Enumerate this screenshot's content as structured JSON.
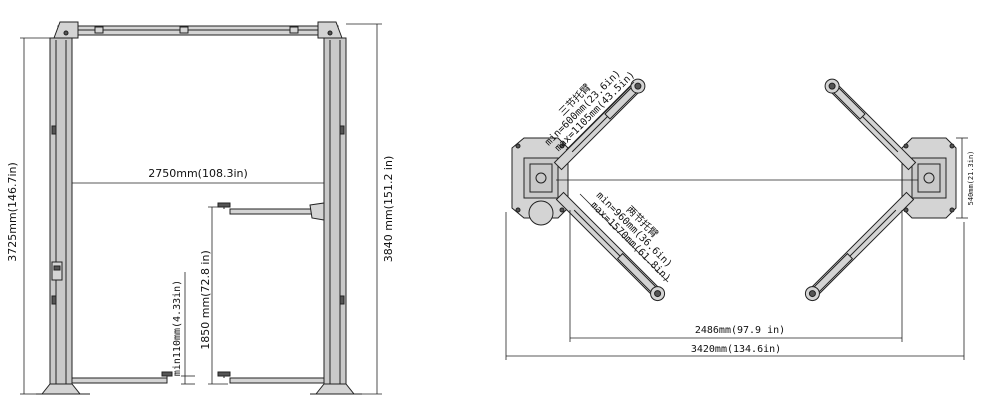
{
  "front_view": {
    "height_lift": "3725mm(146.7in)",
    "width_between_posts": "2750mm(108.3in)",
    "overall_height": "3840 mm(151.2 in)",
    "max_lift_height": "1850 mm(72.8 in)",
    "min_pad_height": "min110mm(4.33in)"
  },
  "top_view": {
    "three_stage_arm_title": "三节托臂",
    "three_stage_arm_min": "min=600mm(23.6in)",
    "three_stage_arm_max": "max=1105mm(43.5in)",
    "two_stage_arm_title": "两节托臂",
    "two_stage_arm_min": "min=960mm(36.6in)",
    "two_stage_arm_max": "max=1570mm(61.8in)",
    "base_depth": "540mm(21.3in)",
    "inner_width": "2486mm(97.9 in)",
    "overall_width": "3420mm(134.6in)"
  }
}
